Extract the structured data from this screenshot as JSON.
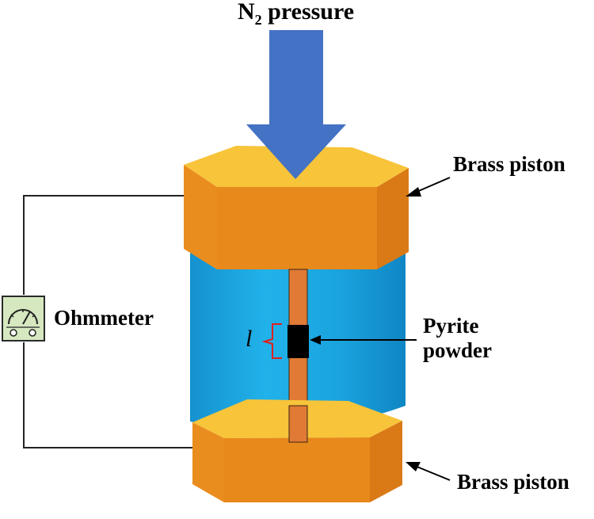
{
  "title": {
    "gas": "N",
    "subscript": "2",
    "suffix": " pressure"
  },
  "labels": {
    "top_piston": "Brass piston",
    "bottom_piston": "Brass piston",
    "ohmmeter": "Ohmmeter",
    "sample_line1": "Pyrite",
    "sample_line2": "powder",
    "length_symbol": "l"
  },
  "colors": {
    "arrow": "#4472c4",
    "piston_top": "#f7c43a",
    "piston_side": "#e8891c",
    "cylinder": "#1ba3dd",
    "rod": "#e07a35",
    "sample": "#000000",
    "bracket": "#e02020",
    "meter_fill": "#d6e8c0"
  }
}
